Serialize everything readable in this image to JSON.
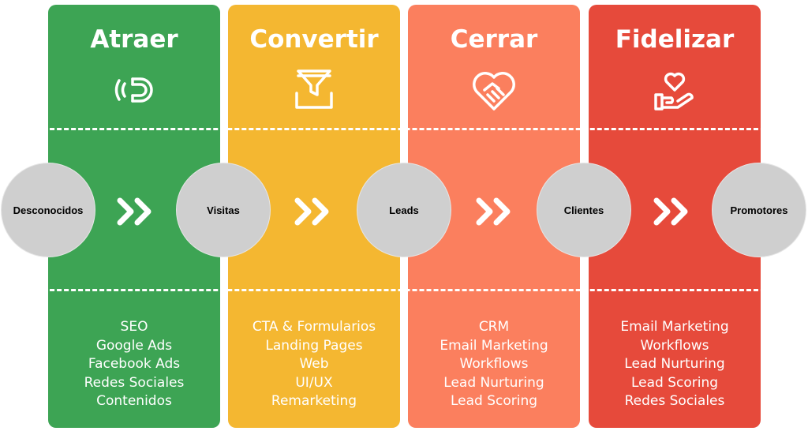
{
  "columns": [
    {
      "title": "Atraer",
      "icon": "magnet-icon",
      "color": "#3da454",
      "items": [
        "SEO",
        "Google Ads",
        "Facebook Ads",
        "Redes Sociales",
        "Contenidos"
      ]
    },
    {
      "title": "Convertir",
      "icon": "funnel-icon",
      "color": "#f4b731",
      "items": [
        "CTA & Formularios",
        "Landing Pages",
        "Web",
        "UI/UX",
        "Remarketing"
      ]
    },
    {
      "title": "Cerrar",
      "icon": "heart-handshake-icon",
      "color": "#fb7f5e",
      "items": [
        "CRM",
        "Email Marketing",
        "Workflows",
        "Lead Nurturing",
        "Lead Scoring"
      ]
    },
    {
      "title": "Fidelizar",
      "icon": "heart-hand-icon",
      "color": "#e64a3b",
      "items": [
        "Email Marketing",
        "Workflows",
        "Lead Nurturing",
        "Lead Scoring",
        "Redes Sociales"
      ]
    }
  ],
  "stages": [
    "Desconocidos",
    "Visitas",
    "Leads",
    "Clientes",
    "Promotores"
  ],
  "colors": {
    "circle": "#cfcfcf",
    "text_light": "#ffffff"
  }
}
